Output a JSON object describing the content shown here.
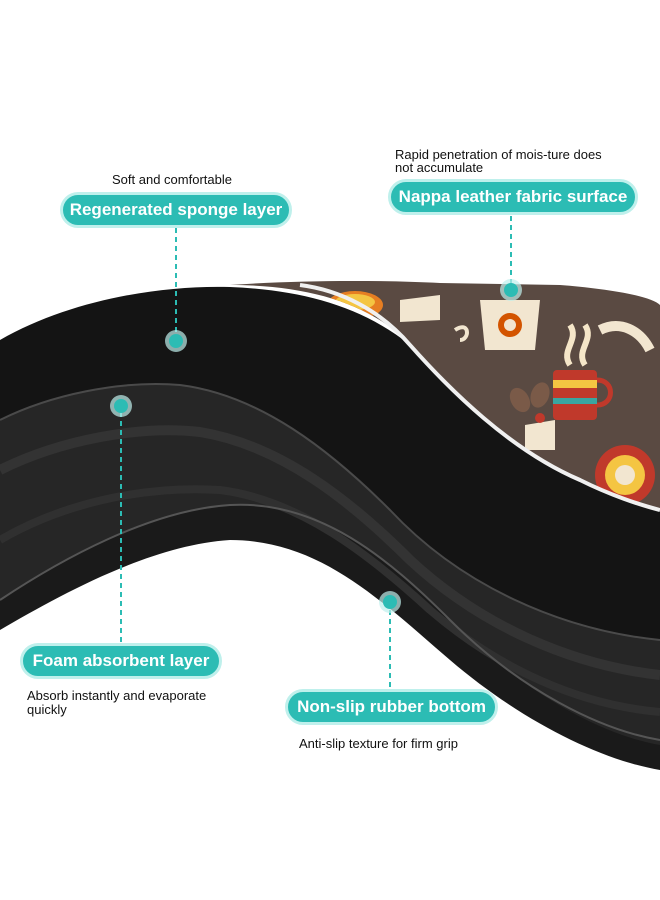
{
  "callouts": {
    "sponge": {
      "label": "Regenerated sponge layer",
      "caption": "Soft and comfortable"
    },
    "nappa": {
      "label": "Nappa leather fabric surface",
      "caption_line1": "Rapid penetration of mois-ture does",
      "caption_line2": "not accumulate"
    },
    "foam": {
      "label": "Foam absorbent layer",
      "caption_line1": "Absorb instantly and evaporate",
      "caption_line2": "quickly"
    },
    "rubber": {
      "label": "Non-slip rubber bottom",
      "caption": "Anti-slip texture for firm grip"
    }
  },
  "colors": {
    "accent": "#2cbcb4",
    "accent_glow": "#bff0ec",
    "mat_black": "#111111",
    "fabric_brown": "#5a4a42"
  },
  "icons": [
    "coffee-cup-icon",
    "coffee-bean-icon",
    "coffee-bag-icon"
  ]
}
